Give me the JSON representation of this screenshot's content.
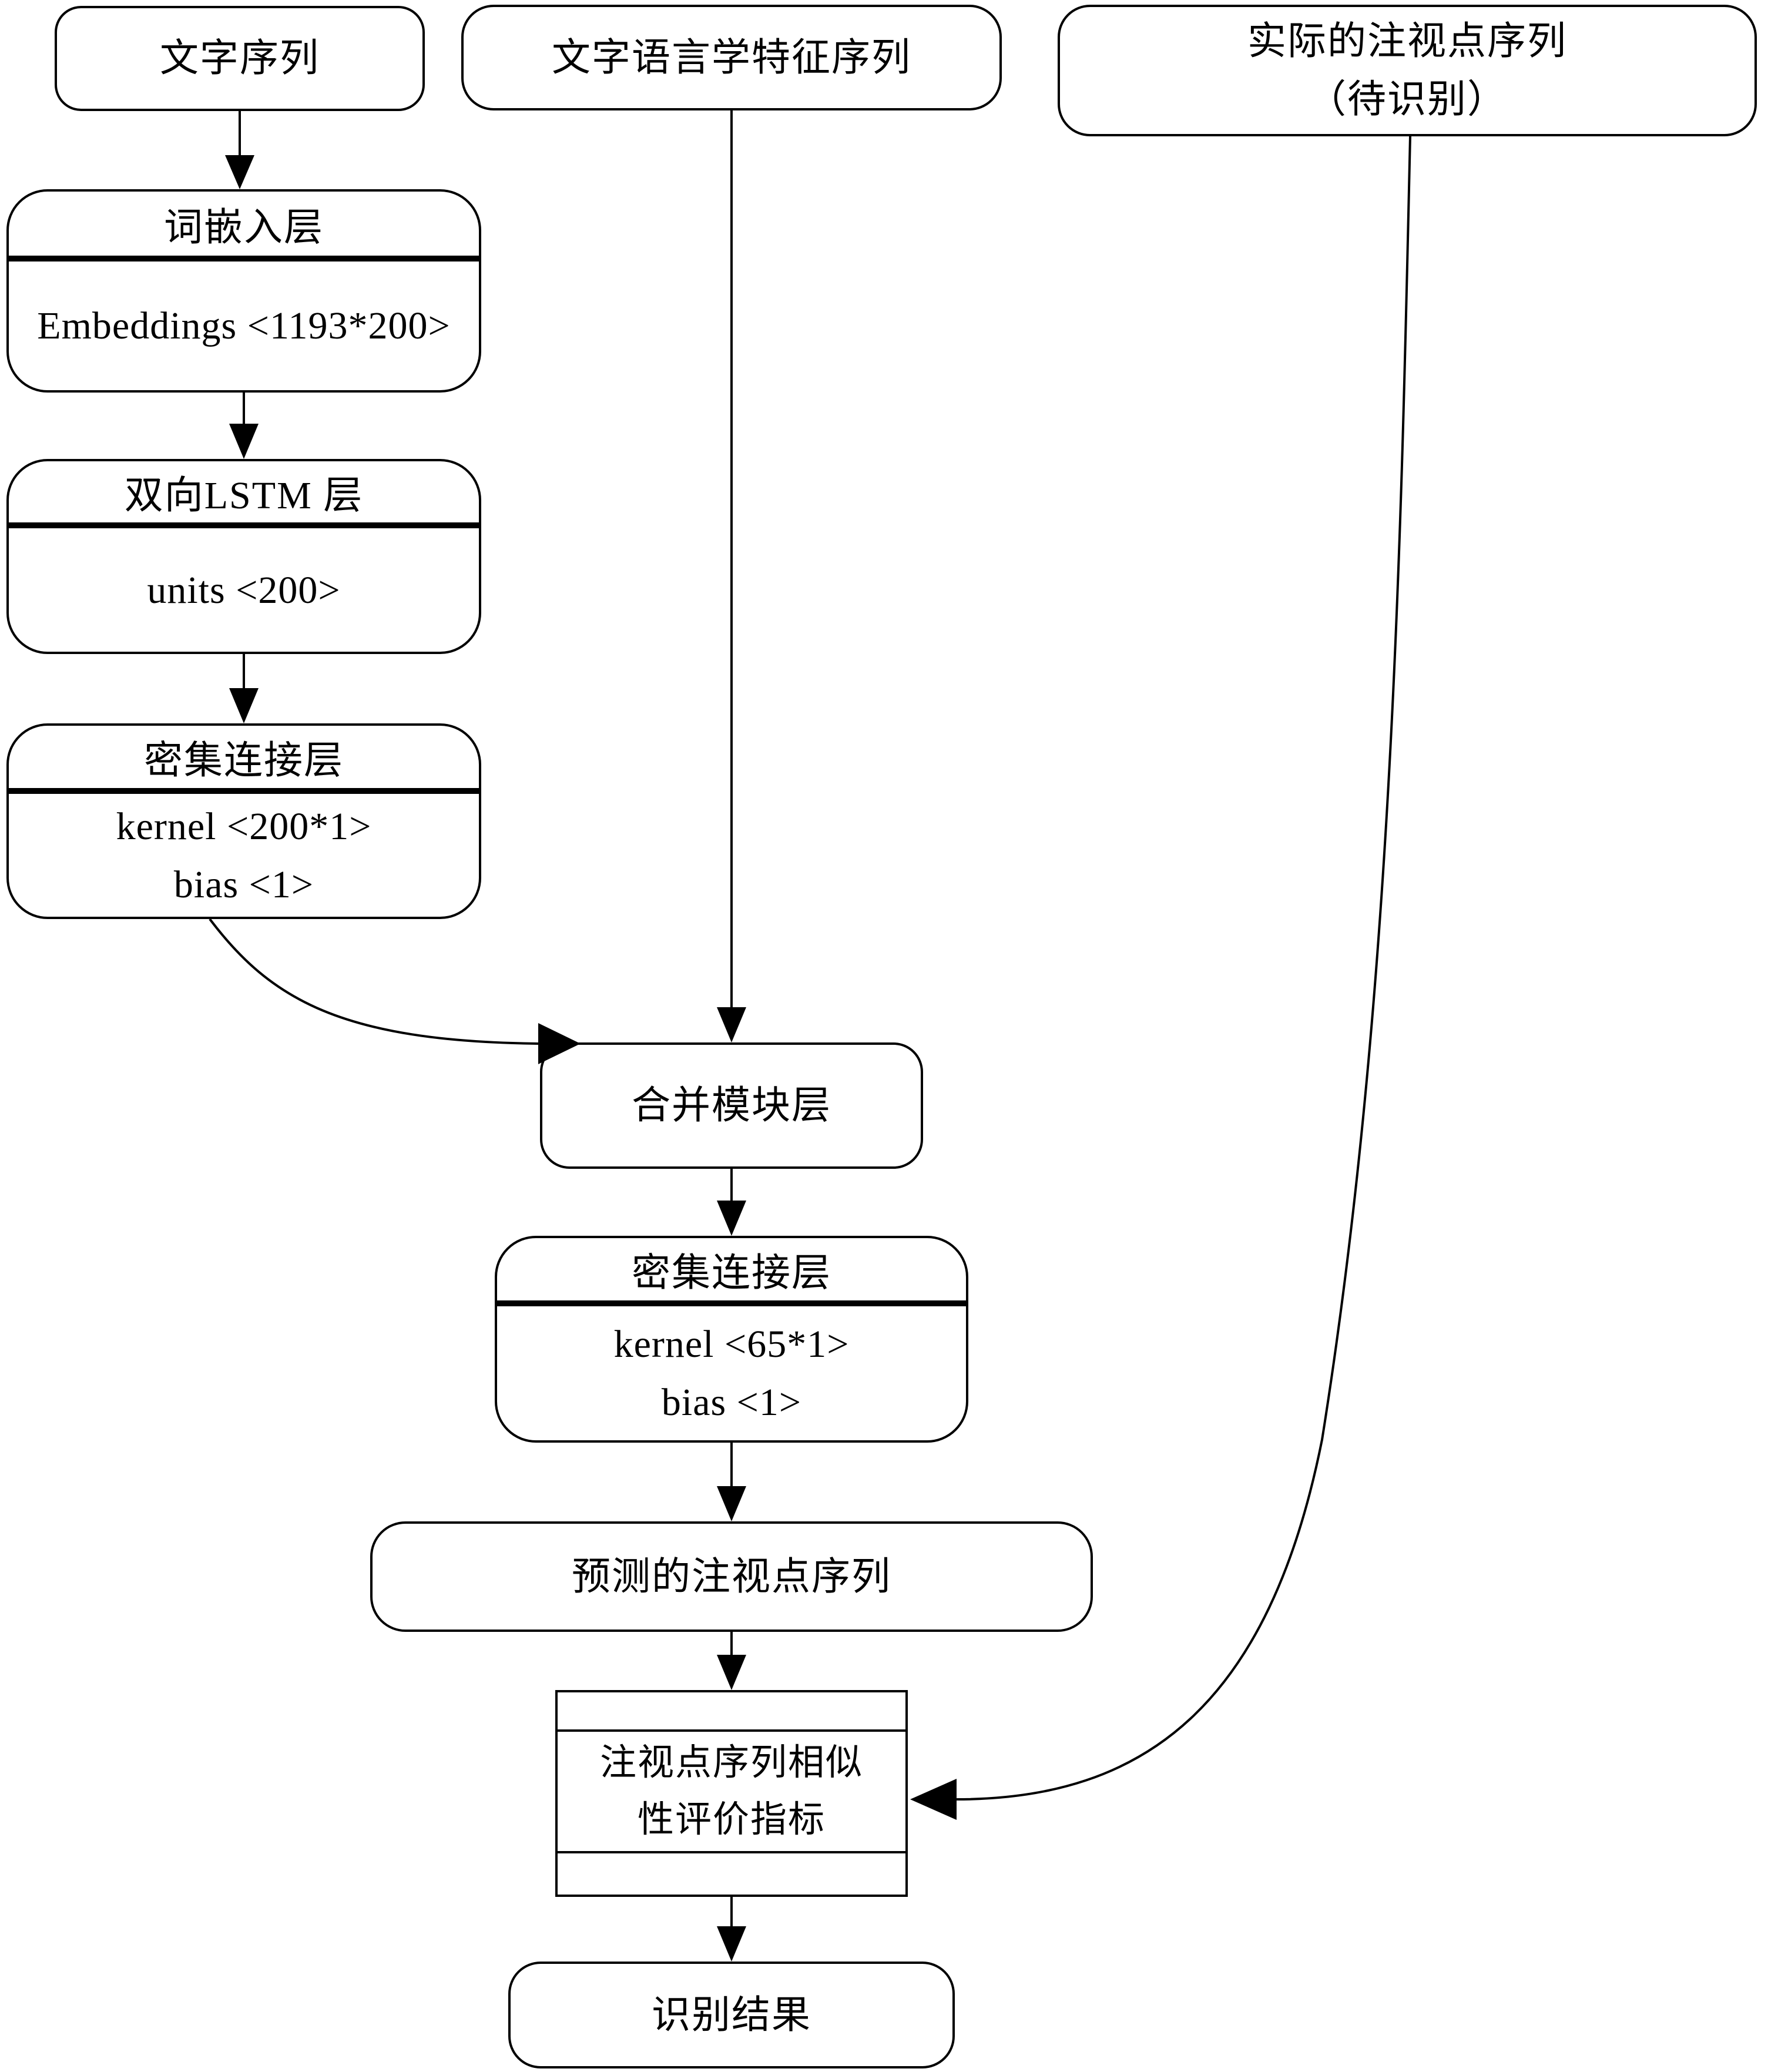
{
  "diagram": {
    "type": "flowchart",
    "colors": {
      "stroke": "#000000",
      "background": "#ffffff",
      "text": "#000000"
    },
    "nodes": {
      "text_sequence": {
        "label": "文字序列"
      },
      "linguistic_feature_sequence": {
        "label": "文字语言学特征序列"
      },
      "actual_gaze_sequence": {
        "line1": "实际的注视点序列",
        "line2": "（待识别）"
      },
      "word_embedding_layer": {
        "title": "词嵌入层",
        "detail": "Embeddings <1193*200>"
      },
      "bilstm_layer": {
        "title": "双向LSTM 层",
        "detail": "units <200>"
      },
      "dense_layer_1": {
        "title": "密集连接层",
        "detail1": "kernel <200*1>",
        "detail2": "bias <1>"
      },
      "merge_module_layer": {
        "label": "合并模块层"
      },
      "dense_layer_2": {
        "title": "密集连接层",
        "detail1": "kernel <65*1>",
        "detail2": "bias <1>"
      },
      "predicted_gaze_sequence": {
        "label": "预测的注视点序列"
      },
      "similarity_metric": {
        "line1": "注视点序列相似",
        "line2": "性评价指标"
      },
      "recognition_result": {
        "label": "识别结果"
      }
    }
  }
}
